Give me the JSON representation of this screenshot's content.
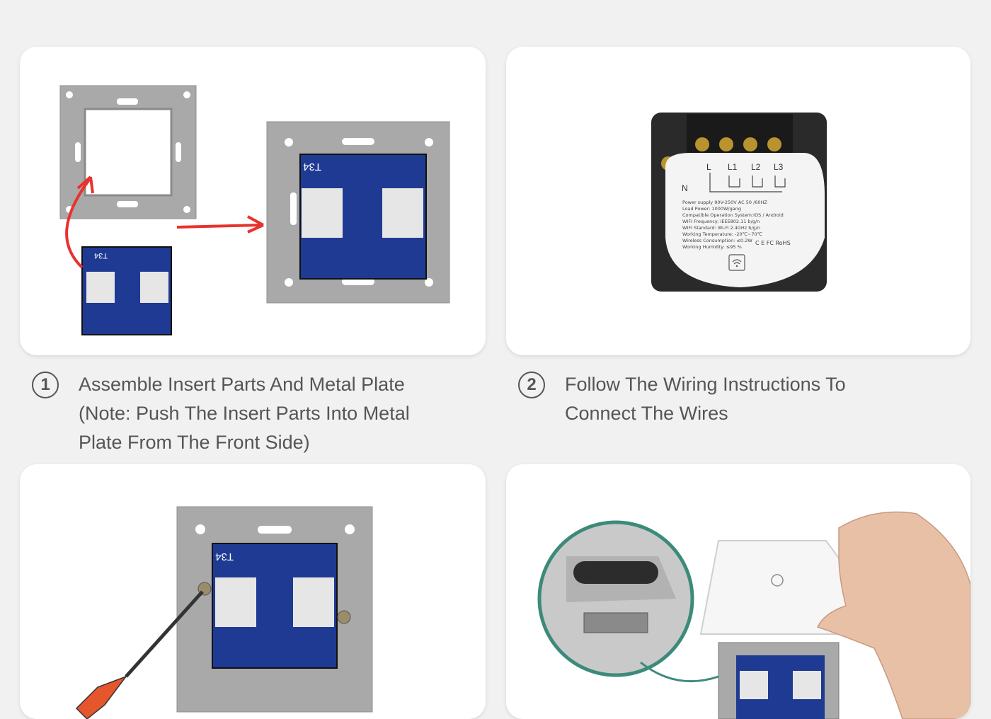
{
  "steps": [
    {
      "number": "1",
      "lines": [
        "Assemble Insert Parts And Metal Plate",
        "(Note: Push The Insert Parts Into Metal",
        "Plate From The Front Side)"
      ]
    },
    {
      "number": "2",
      "lines": [
        "Follow The Wiring Instructions To",
        "Connect The Wires"
      ]
    }
  ],
  "module": {
    "code": "T34"
  },
  "wiring_label": {
    "terminals": [
      "L",
      "L1",
      "L2",
      "L3"
    ],
    "neutral": "N",
    "specs": [
      "Power supply 90V-250V AC  50 /60HZ",
      "Load Power: 1000W/gang",
      "Compatible Operation System:IOS / Android",
      "WIFI Frequency: IEEE802.11 b/g/n",
      "WIFI Standard: Wi-Fi 2.4GHz b/g/n",
      "Working Temperature: -20℃~70℃",
      "Wireless Consumption: ≤0.2W",
      "Working Humidity: ≤95 %"
    ],
    "cert": "C E  FC  RoHS"
  },
  "colors": {
    "background": "#f1f1f1",
    "card": "#ffffff",
    "text": "#555555",
    "plate": "#a7a7a7",
    "module_blue": "#1f3a93",
    "arrow_red": "#e8322e"
  }
}
